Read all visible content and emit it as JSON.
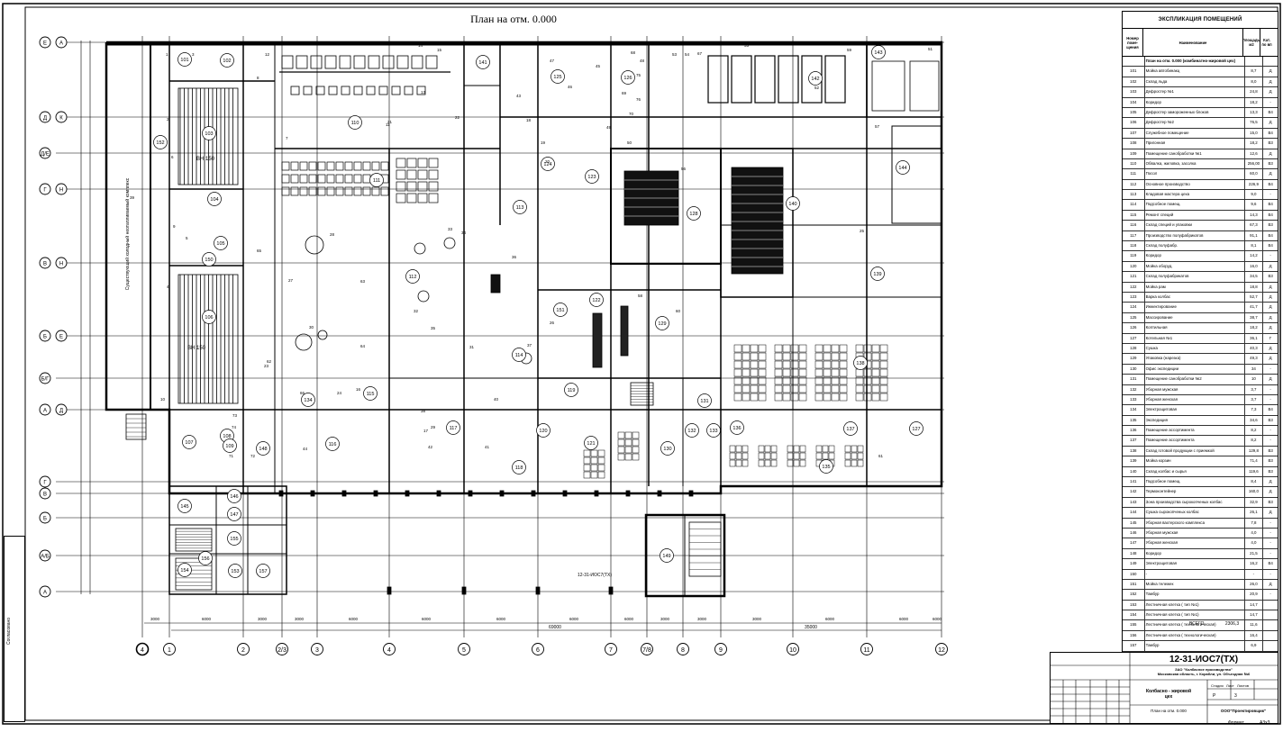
{
  "plan": {
    "title": "План на отм. 0.000",
    "vertical_note": "Существующий холодный неотапливаемый комплекс",
    "center_label": "12-31-ИОС7(ТХ)",
    "axes_columns": [
      "4",
      "1",
      "2",
      "2/3",
      "3",
      "4",
      "5",
      "6",
      "7",
      "7/8",
      "8",
      "9",
      "10",
      "11",
      "12"
    ],
    "axes_rows_left": [
      "Е А",
      "Д К",
      "Д/Е",
      "Г Н",
      "В Н",
      "Б Е",
      "Б/Г",
      "А Д",
      "Г",
      "В",
      "Б",
      "А/Б",
      "А"
    ],
    "dimension_total_top": "69000",
    "dimension_total_right": "35000",
    "dimension_segments": [
      "3000",
      "6000",
      "3000",
      "3000",
      "6000",
      "6000",
      "6000",
      "6000",
      "6000",
      "3000",
      "3000",
      "3000",
      "6000",
      "6000",
      "6000"
    ],
    "room_numbers": [
      "101",
      "102",
      "103",
      "104",
      "105",
      "106",
      "107",
      "108",
      "109",
      "110",
      "111",
      "112",
      "113",
      "114",
      "115",
      "116",
      "117",
      "118",
      "119",
      "120",
      "121",
      "122",
      "123",
      "124",
      "125",
      "126",
      "127",
      "128",
      "129",
      "130",
      "131",
      "132",
      "133",
      "134",
      "135",
      "136",
      "137",
      "138",
      "139",
      "140",
      "141",
      "142",
      "143",
      "144",
      "145",
      "146",
      "147",
      "148",
      "149",
      "150",
      "151",
      "152",
      "153",
      "154",
      "155",
      "156",
      "157"
    ],
    "equipment_numbers": [
      "1",
      "2",
      "3",
      "4",
      "5",
      "6",
      "7",
      "8",
      "9",
      "10",
      "11",
      "12",
      "13",
      "14",
      "15",
      "16",
      "17",
      "18",
      "19",
      "20",
      "21",
      "22",
      "23",
      "24",
      "25",
      "26",
      "27",
      "28",
      "29",
      "30",
      "31",
      "32",
      "33",
      "34",
      "35",
      "36",
      "37",
      "38",
      "39",
      "40",
      "41",
      "42",
      "43",
      "44",
      "45",
      "46",
      "47",
      "48",
      "49",
      "50",
      "51",
      "52",
      "53",
      "54",
      "55",
      "56",
      "57",
      "58",
      "59",
      "60",
      "61",
      "62",
      "63",
      "64",
      "65",
      "66",
      "67",
      "68",
      "69",
      "70",
      "71",
      "72",
      "73",
      "74",
      "75",
      "76"
    ],
    "bath_label": "ВН 150"
  },
  "explication": {
    "title": "ЭКСПЛИКАЦИЯ ПОМЕЩЕНИЙ",
    "headers": [
      "Номер поме-щения",
      "Наименование",
      "Площадь, м2",
      "Кат. по вп"
    ],
    "subtitle": "План на отм. 0.000 (комбинатно-жировой цех)",
    "rows": [
      [
        "101",
        "Мойка автобинакц",
        "8,7",
        "Д"
      ],
      [
        "102",
        "Склад льда",
        "8,0",
        "Д"
      ],
      [
        "103",
        "Дефростер №1",
        "24,8",
        "Д"
      ],
      [
        "104",
        "Коридор",
        "18,2",
        "-"
      ],
      [
        "105",
        "Дефростер замороженных блоков",
        "13,3",
        "В4"
      ],
      [
        "106",
        "Дефростер №2",
        "76,5",
        "Д"
      ],
      [
        "107",
        "Служебное помещение",
        "15,0",
        "В4"
      ],
      [
        "108",
        "Пригонная",
        "18,2",
        "В3"
      ],
      [
        "109",
        "Помещение санобработки №1",
        "12,6",
        "Д"
      ],
      [
        "110",
        "Обвалка, жиловка, засолка",
        "256,00",
        "В3"
      ],
      [
        "111",
        "Посол",
        "60,0",
        "Д"
      ],
      [
        "112",
        "Основное производство",
        "226,9",
        "В4"
      ],
      [
        "113",
        "Кладовая мастера цеха",
        "9,0",
        "-"
      ],
      [
        "114",
        "Подсобное помещ.",
        "9,6",
        "В4"
      ],
      [
        "115",
        "Ремонт специй",
        "14,3",
        "В4"
      ],
      [
        "116",
        "Склад специй и упаковки",
        "67,3",
        "В3"
      ],
      [
        "117",
        "Производство полуфабрикатов",
        "91,1",
        "В4"
      ],
      [
        "118",
        "Склад полуфабр.",
        "8,1",
        "В4"
      ],
      [
        "119",
        "Коридор",
        "14,2",
        "-"
      ],
      [
        "120",
        "Мойка оборуд.",
        "16,0",
        "Д"
      ],
      [
        "121",
        "Склад полуфабрикатов",
        "34,5",
        "В3"
      ],
      [
        "122",
        "Мойка рам",
        "18,8",
        "Д"
      ],
      [
        "123",
        "Варка колбас",
        "52,7",
        "Д"
      ],
      [
        "124",
        "Инжектирование",
        "41,7",
        "Д"
      ],
      [
        "125",
        "Массирование",
        "38,7",
        "Д"
      ],
      [
        "126",
        "Коптильная",
        "18,2",
        "Д"
      ],
      [
        "127",
        "Котельная №1",
        "36,1",
        "Г"
      ],
      [
        "128",
        "Сушка",
        "40,3",
        "Д"
      ],
      [
        "129",
        "Упаковка (нарезка)",
        "49,3",
        "Д"
      ],
      [
        "130",
        "Офис экспедиции",
        "34",
        "-"
      ],
      [
        "131",
        "Помещение санобработки №2",
        "10",
        "Д"
      ],
      [
        "132",
        "Уборная мужская",
        "3,7",
        "-"
      ],
      [
        "133",
        "Уборная женская",
        "3,7",
        "-"
      ],
      [
        "134",
        "Электрощитовая",
        "7,3",
        "В4"
      ],
      [
        "135",
        "Экспедиция",
        "34,6",
        "В3"
      ],
      [
        "136",
        "Помещение ассортимента",
        "8,2",
        "-"
      ],
      [
        "137",
        "Помещение ассортимента",
        "8,2",
        "-"
      ],
      [
        "138",
        "Склад готовой продукции с приемкой",
        "129,8",
        "В3"
      ],
      [
        "139",
        "Мойка корзин",
        "71,4",
        "В3"
      ],
      [
        "140",
        "Склад колбас и сырья",
        "119,6",
        "В3"
      ],
      [
        "141",
        "Подсобное помещ.",
        "8,4",
        "Д"
      ],
      [
        "142",
        "Термоконтейнер",
        "160,0",
        "Д"
      ],
      [
        "143",
        "Зона производства сырокопченых колбас",
        "32,9",
        "В3"
      ],
      [
        "144",
        "Сушка сырокопченых колбас",
        "26,1",
        "Д"
      ],
      [
        "145",
        "Уборная вахтерского комплекса",
        "7,8",
        "-"
      ],
      [
        "146",
        "Уборная мужская",
        "4,0",
        "-"
      ],
      [
        "147",
        "Уборная женская",
        "4,0",
        "-"
      ],
      [
        "148",
        "Коридор",
        "21,5",
        "-"
      ],
      [
        "149",
        "Электрощитовая",
        "16,2",
        "В4"
      ],
      [
        "150",
        "-",
        "-",
        "-"
      ],
      [
        "151",
        "Мойка тележек",
        "26,0",
        "Д"
      ],
      [
        "152",
        "Тамбур",
        "20,9",
        "-"
      ],
      [
        "153",
        "Лестничная клетка ( тип №1)",
        "14,7",
        ""
      ],
      [
        "154",
        "Лестничная клетка ( тип №1)",
        "14,7",
        ""
      ],
      [
        "155",
        "Лестничная клетка ( технологическая)",
        "11,6",
        ""
      ],
      [
        "156",
        "Лестничная клетка ( технологическая)",
        "16,4",
        ""
      ],
      [
        "157",
        "Тамбур",
        "6,9",
        ""
      ]
    ],
    "total_label": "ВСЕГО",
    "total_value": "2306,3"
  },
  "stamp": {
    "code": "12-31-ИОС7(ТХ)",
    "address_line1": "ЗАО \"Колбасное производство\"",
    "address_line2": "Московская область, г. Корабли, ул. Объездная №6",
    "name_line1": "Колбасно - жировой",
    "name_line2": "цех",
    "stage_label": "Стадия",
    "stage_value": "Р",
    "sheet_label": "Лист",
    "sheet_value": "3",
    "sheets_label": "Листов",
    "sheet_name": "План на отм. 0.000",
    "org": "ООО\"Проектировщик\"",
    "format_label": "Формат",
    "format_value": "А3х3"
  },
  "side_stamp": {
    "label": "Согласовано"
  }
}
